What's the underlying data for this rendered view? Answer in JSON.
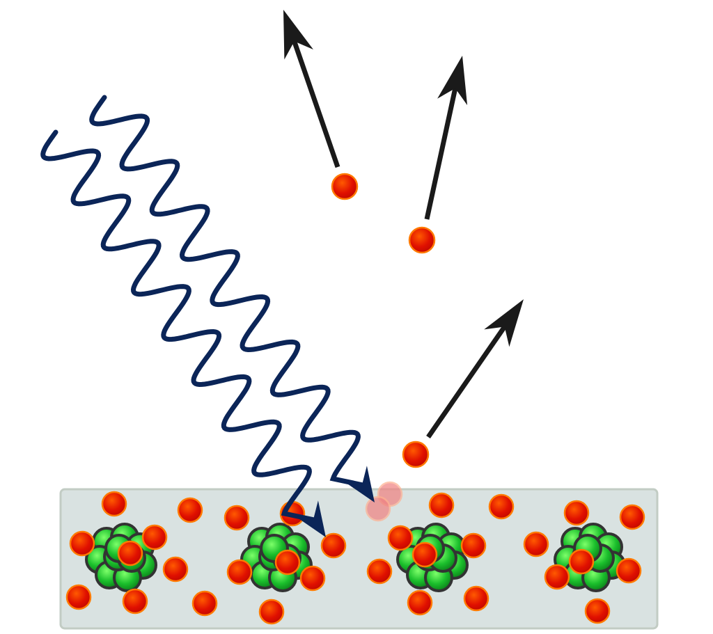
{
  "diagram": {
    "colors": {
      "photon": "#0b2558",
      "arrow": "#1a1a1a",
      "electron_core": "#e01000",
      "electron_edge": "#ff7a00",
      "nucleus": "#19b52a",
      "nucleus_edge": "#333333",
      "metal": "#d9e2e1",
      "metal_edge": "#c2ccc4"
    },
    "photon_count": 2,
    "ejected_electron_count": 3,
    "atom_count": 4
  }
}
